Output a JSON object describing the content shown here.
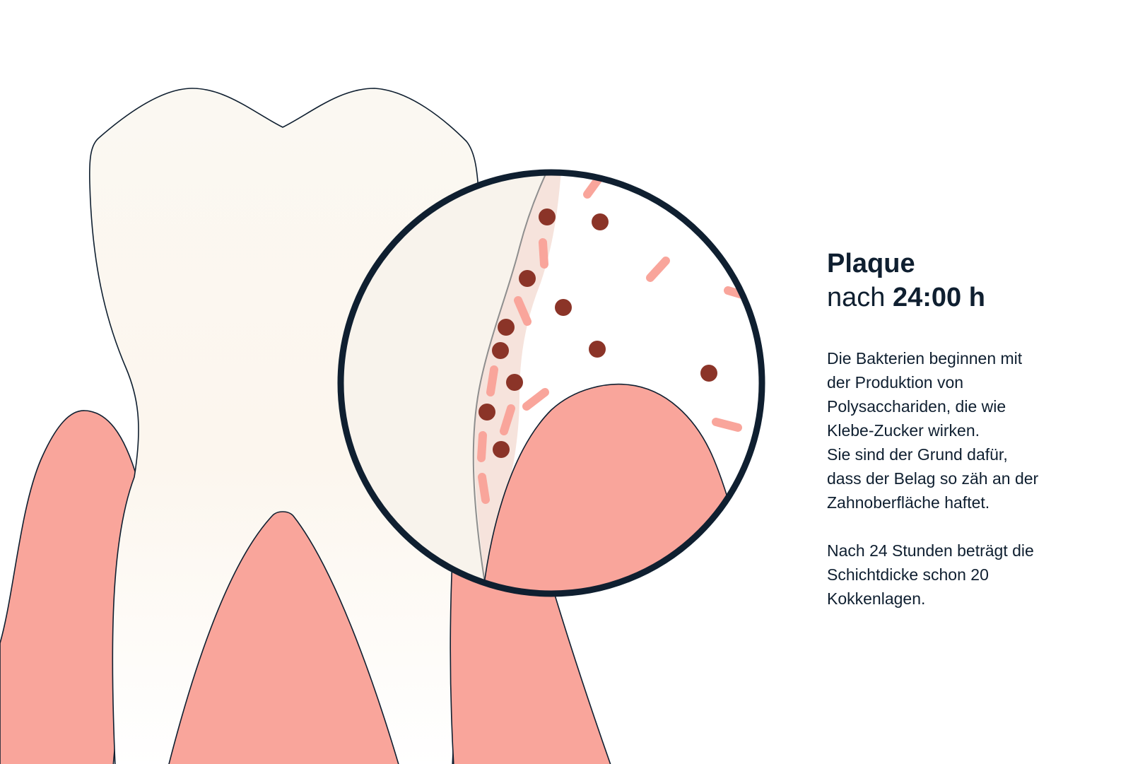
{
  "colors": {
    "gum": "#f9a59b",
    "tooth": "#fbf8f2",
    "outline": "#0f1f30",
    "cocci": "#8b3428",
    "rods": "#f9a59b",
    "text": "#0f1f30"
  },
  "icons": {
    "magnifier": "magnifier-lens-icon",
    "tooth": "molar-tooth-icon"
  },
  "info": {
    "title": "Plaque",
    "subtitle_prefix": "nach",
    "subtitle_time": "24:00 h",
    "paragraph1_lines": [
      "Die Bakterien beginnen mit",
      "der Produktion von",
      "Polysacchariden, die wie",
      "Klebe-Zucker wirken.",
      "Sie sind der Grund dafür,",
      "dass der Belag so zäh an der",
      "Zahnoberfläche haftet."
    ],
    "paragraph2_lines": [
      "Nach 24 Stunden beträgt die",
      "Schichtdicke schon 20",
      "Kokkenlagen."
    ]
  }
}
